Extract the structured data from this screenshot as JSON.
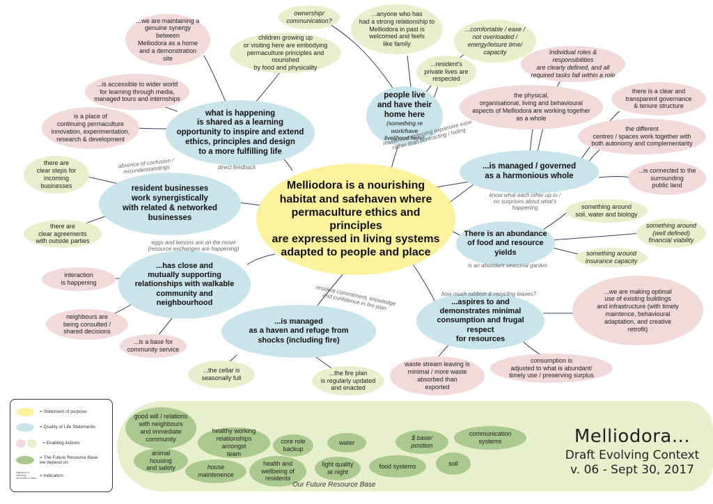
{
  "center": "Melliodora is a nourishing\nhabitat and safehaven where\npermaculture ethics and principles\nare expressed in living systems\nadapted to people and place",
  "qualities": {
    "learning": "what is happening\nis shared as a learning\nopportunity to inspire and extend\nethics, principles and design\nto a more fulfilling life",
    "people": "people live\nand have their\nhome here",
    "people_sub": "(something re work/have\nlivelihood here)",
    "managed": "...is managed / governed\nas a harmonious whole",
    "food": "There is an abundance\nof food and resource\nyields",
    "consumption": "...aspires to and\ndemonstrates minimal\nconsumption and frugal respect\nfor resources",
    "haven": "...is managed\nas a haven and refuge from\nshocks (including fire)",
    "relationships": "...has close and\nmutually supporting\nrelationships with walkable\ncommunity and\nneighbourhood",
    "business": "resident businesses\nwork synergistically\nwith related & networked\nbusinesses"
  },
  "actions": {
    "synergy": "...we are maintaining a\ngenuine synergy between\nMelliodora as a home\nand a demonstration\nsite",
    "accessible": "...is accessible to wider world\nfor learning through media,\nmanaged tours and internships",
    "continuing": "is a place of\ncontinuing permaculture\ninnovation, experimentation,\nresearch & development",
    "children": "children growing up\nor visiting here are embodying\npermaculture principles and nourished\nby food and physicality",
    "ownership": "ownership/\ncommunication?",
    "anyone": "...anyone who has\nhad a strong relationship to\nMelliodora in past is\nwelcomed and feels\nlike family",
    "comfortable": "...comfortable / ease /\nnot overloaded /\nenergy/leisure time/\ncapacity",
    "private": "...resident's\nprivate lives are\nrespected",
    "roles": "Individual roles & responsibilities\nare clearly defined, and all\nrequired tasks fall within a role",
    "physical": "the physical,\norganisational, living and behavioural\naspects of Melliodora are working together\nas a whole",
    "governance": "there is a clear and\ntransparent governance\n& tenure structure",
    "centres": "the different\ncentres / spaces work together with\nboth autonomy and complementarity",
    "public_land": "...is connected to the\nsurrounding\npublic land",
    "soil": "something around\nsoil, water and biology",
    "financial": "something around\n(well defined)\nfinancial viability",
    "insurance": "something around\ninsurance capacity",
    "optimal": "...we are making optimal\nuse of existing buildings\nand infrastructure (with timely\nmaintence, behavioural\nadaptation, and creative\nretrofit)",
    "consumption_adj": "consumption is\nadjusted to what is abundant/\ntimely use / preserving surplus",
    "waste": "waste stream leaving is\nminimal / more waste\nabsorbed than\nexported",
    "fireplan": "...the fire plan\nis regularly updated\nand enacted",
    "cellar": "...the cellar is\nseasonally full",
    "community_service": "...is a base for\ncommunity service",
    "neighbours": "neighbours are\nbeing consulted /\nshared decisions",
    "interaction": "interaction\nis happening",
    "agreements": "there are\nclear agreements\nwith outside parties",
    "steps": "there are\nclear steps for\nincoming\nbusinesses"
  },
  "indicators": {
    "confusion": "absence of confusion /\nmisunderstandings",
    "feedback": "direct feedback",
    "expansive": "residents expressing expansive ease\nrather than contracting / hiding",
    "know": "know what each other up to /\nno surprises about what's\nhappening",
    "seasonal": "is an abundant seasonal garden",
    "rubbish": "how much rubbish & recycling leaves?",
    "commitment": "resident commitment, knowledge\nand confidence in fire plan",
    "eggs": "eggs and lemons are on the move\n(resource exchanges are happening)"
  },
  "resources": {
    "title": "Our Future Resource Base",
    "goodwill": "good will / relations\nwith neighbours\nand immediate\ncommunity",
    "healthy": "healthy working\nrelationships amongst\nteam",
    "corerole": "core role\nbackup",
    "water": "water",
    "base": "$ base/\nposition",
    "communication": "communication\nsystems",
    "animal": "animal housing\nand safety",
    "house": "house\nmaintenence",
    "health": "health and\nwellbeing of\nresidents",
    "light": "light quality\nat night",
    "foodsys": "food systems",
    "soil": "soil"
  },
  "legend": {
    "statement": "= Statement of purpose",
    "quality": "= Quality of Life Statements",
    "enabling": "= Enabling Actions",
    "future": "= The Future Resource Base\nwe depend on",
    "indicators": "= Indicators",
    "indicator_sample": "indicators of wellbeing\nare written in italics"
  },
  "doc_title": {
    "name": "Melliodora...",
    "subtitle": "Draft Evolving Context",
    "version": "v. 06 - Sept 30, 2017"
  },
  "colors": {
    "statement": "#fbf29d",
    "quality": "#c9e4ea",
    "enabling_pink": "#f2d9da",
    "enabling_green": "#e8efcc",
    "resource": "#a9c98e",
    "line": "#2f3d54"
  }
}
